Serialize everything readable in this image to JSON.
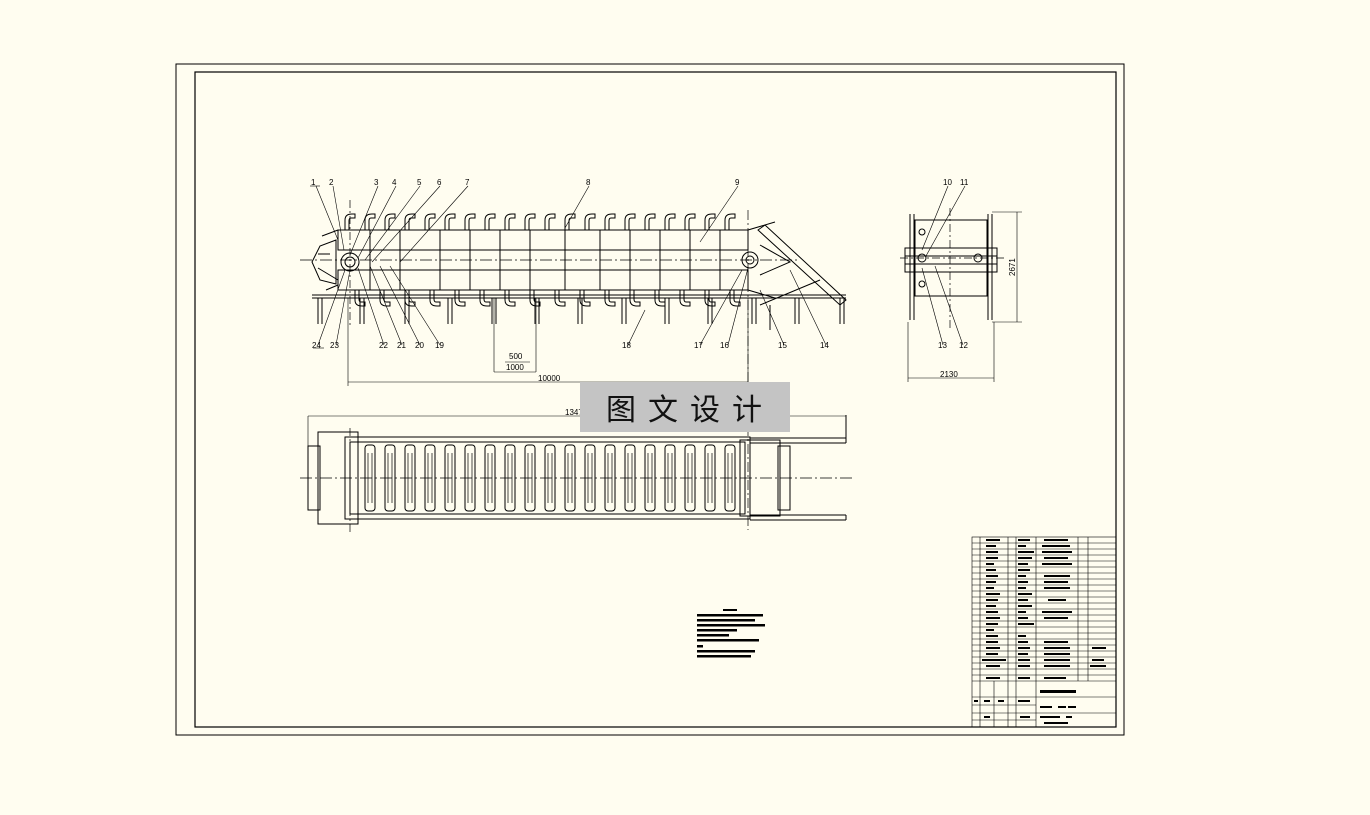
{
  "callouts_top": [
    "1",
    "2",
    "3",
    "4",
    "5",
    "6",
    "7",
    "8",
    "9"
  ],
  "callouts_bottom": [
    "24",
    "23",
    "22",
    "21",
    "20",
    "19",
    "18",
    "17",
    "16",
    "15",
    "14"
  ],
  "callouts_side_top": [
    "10",
    "11"
  ],
  "callouts_side_bottom": [
    "13",
    "12"
  ],
  "dimensions": {
    "d500": "500",
    "d1000": "1000",
    "d10000": "10000",
    "d1347": "1347",
    "d2130": "2130",
    "d2671": "2671"
  },
  "watermark": "图文设计",
  "colors": {
    "background": "#fffdf0",
    "line": "#000000",
    "watermark_bg": "#c4c4c4"
  }
}
